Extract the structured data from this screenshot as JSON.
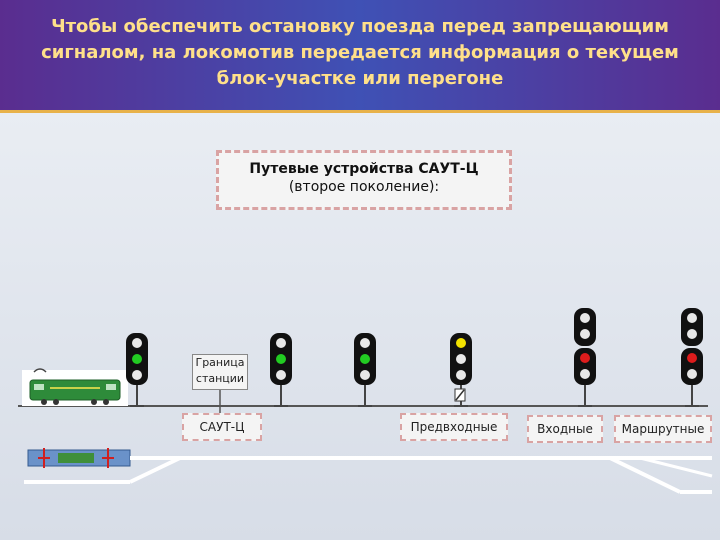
{
  "title": "Чтобы обеспечить остановку поезда перед запрещающим сигналом, на локомотив передается информация о текущем блок-участке или перегоне",
  "device_box": {
    "line1": "Путевые устройства САУТ-Ц",
    "line2": "(второе поколение):"
  },
  "labels": {
    "station_border": "Граница станции",
    "saut": "САУТ-Ц",
    "pre_entry": "Предвходные",
    "entry": "Входные",
    "route": "Маршрутные"
  },
  "colors": {
    "green": "#22cc22",
    "yellow": "#f2e200",
    "red": "#dd1c1c",
    "off": "#e8e8e8"
  },
  "signals": [
    {
      "id": "signal-1",
      "lamps": [
        "off",
        "green",
        "off"
      ]
    },
    {
      "id": "signal-2",
      "lamps": [
        "off",
        "green",
        "off"
      ]
    },
    {
      "id": "signal-3",
      "lamps": [
        "off",
        "green",
        "off"
      ]
    },
    {
      "id": "signal-4",
      "lamps": [
        "yellow",
        "off",
        "off"
      ]
    },
    {
      "id": "signal-5",
      "lamps": [
        "off",
        "off",
        "red",
        "off"
      ]
    },
    {
      "id": "signal-6",
      "lamps": [
        "off",
        "off",
        "red",
        "off"
      ]
    }
  ]
}
